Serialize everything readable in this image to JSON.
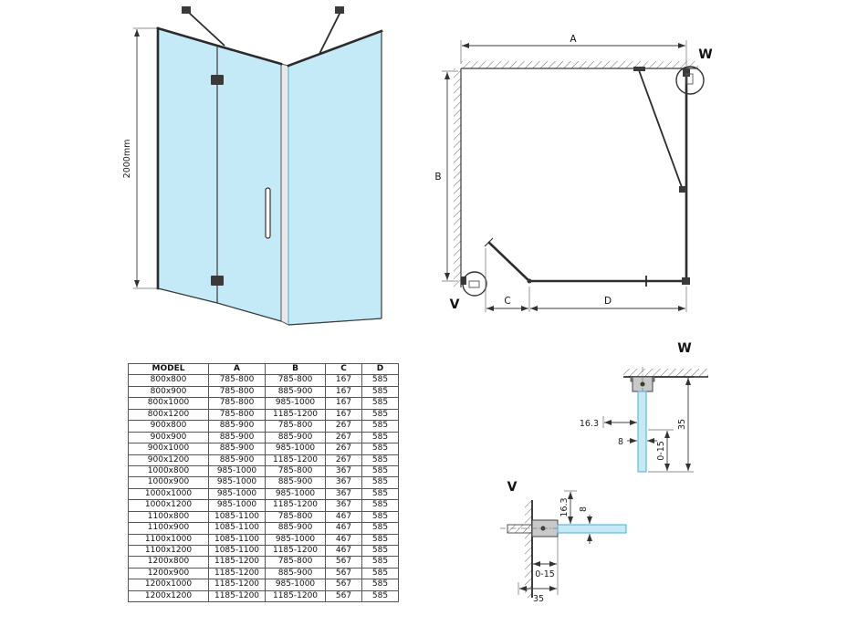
{
  "colors": {
    "glass": "#c5eaf7",
    "glass_stroke": "#49b0d2",
    "line": "#3b3b3b"
  },
  "perspective": {
    "height_dim": "2000mm"
  },
  "plan": {
    "dim_a": "A",
    "dim_b": "B",
    "dim_c": "C",
    "dim_d": "D",
    "detail_w_label": "W",
    "detail_v_label": "V"
  },
  "detail_w": {
    "title": "W",
    "dim_163": "16.3",
    "dim_8": "8",
    "dim_015": "0-15",
    "dim_35": "35"
  },
  "detail_v": {
    "title": "V",
    "dim_163": "16.3",
    "dim_8": "8",
    "dim_015": "0-15",
    "dim_35": "35"
  },
  "table": {
    "headers": [
      "MODEL",
      "A",
      "B",
      "C",
      "D"
    ],
    "rows": [
      [
        "800x800",
        "785-800",
        "785-800",
        "167",
        "585"
      ],
      [
        "800x900",
        "785-800",
        "885-900",
        "167",
        "585"
      ],
      [
        "800x1000",
        "785-800",
        "985-1000",
        "167",
        "585"
      ],
      [
        "800x1200",
        "785-800",
        "1185-1200",
        "167",
        "585"
      ],
      [
        "900x800",
        "885-900",
        "785-800",
        "267",
        "585"
      ],
      [
        "900x900",
        "885-900",
        "885-900",
        "267",
        "585"
      ],
      [
        "900x1000",
        "885-900",
        "985-1000",
        "267",
        "585"
      ],
      [
        "900x1200",
        "885-900",
        "1185-1200",
        "267",
        "585"
      ],
      [
        "1000x800",
        "985-1000",
        "785-800",
        "367",
        "585"
      ],
      [
        "1000x900",
        "985-1000",
        "885-900",
        "367",
        "585"
      ],
      [
        "1000x1000",
        "985-1000",
        "985-1000",
        "367",
        "585"
      ],
      [
        "1000x1200",
        "985-1000",
        "1185-1200",
        "367",
        "585"
      ],
      [
        "1100x800",
        "1085-1100",
        "785-800",
        "467",
        "585"
      ],
      [
        "1100x900",
        "1085-1100",
        "885-900",
        "467",
        "585"
      ],
      [
        "1100x1000",
        "1085-1100",
        "985-1000",
        "467",
        "585"
      ],
      [
        "1100x1200",
        "1085-1100",
        "1185-1200",
        "467",
        "585"
      ],
      [
        "1200x800",
        "1185-1200",
        "785-800",
        "567",
        "585"
      ],
      [
        "1200x900",
        "1185-1200",
        "885-900",
        "567",
        "585"
      ],
      [
        "1200x1000",
        "1185-1200",
        "985-1000",
        "567",
        "585"
      ],
      [
        "1200x1200",
        "1185-1200",
        "1185-1200",
        "567",
        "585"
      ]
    ]
  }
}
